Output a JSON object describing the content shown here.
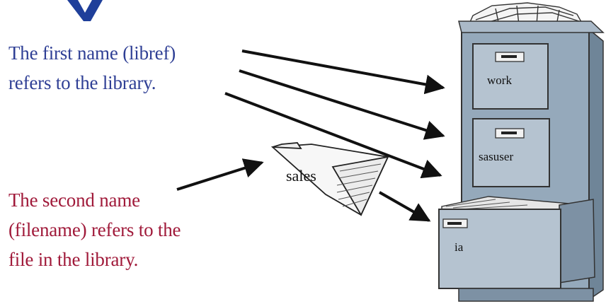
{
  "captions": {
    "libref_lines": [
      "The first name (libref)",
      "refers to the library."
    ],
    "filename_lines": [
      "The second name",
      "(filename) refers to the",
      "file in the library."
    ]
  },
  "cabinet": {
    "drawers": [
      "work",
      "sasuser",
      "ia"
    ]
  },
  "folder": {
    "label": "sales"
  },
  "colors": {
    "libref_text": "#2f3f95",
    "filename_text": "#a01a3a",
    "title_fragment": "#1f3f9a",
    "cabinet_body": "#95a9bb",
    "cabinet_shadow": "#6f8598",
    "arrow": "#111111"
  }
}
